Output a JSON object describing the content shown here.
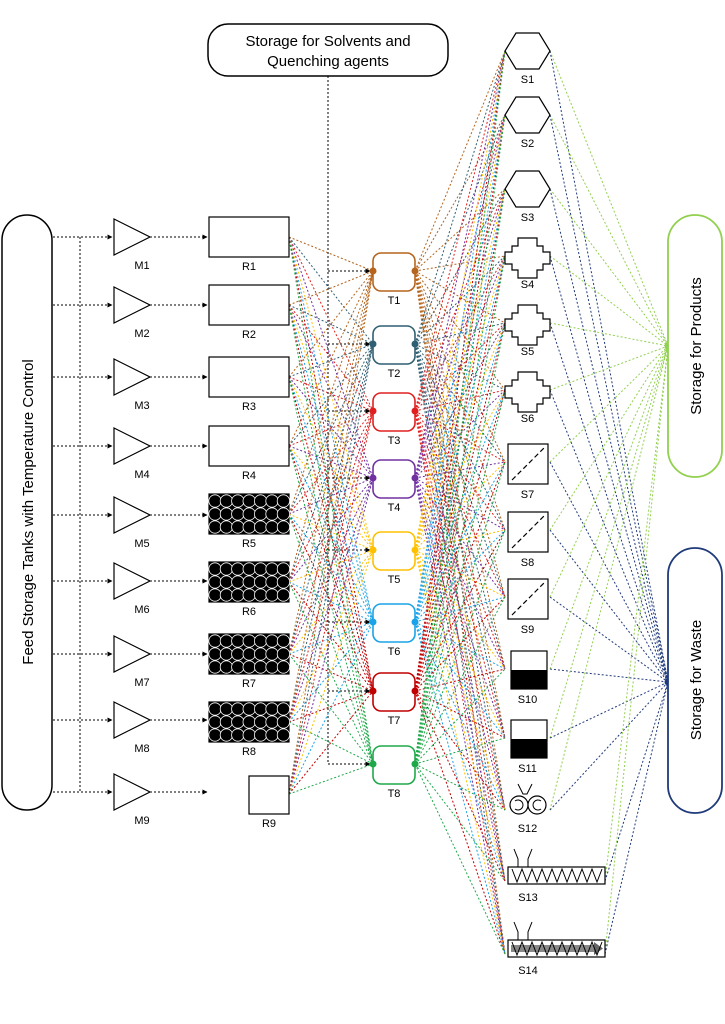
{
  "feed_label": "Feed Storage Tanks with Temperature Control",
  "solvent_label_line1": "Storage for Solvents and",
  "solvent_label_line2": "Quenching agents",
  "products_label": "Storage for Products",
  "waste_label": "Storage for Waste",
  "colors": {
    "products": "#92d050",
    "waste": "#1f3a7a",
    "T1": "#b5651d",
    "T2": "#2f5f73",
    "T3": "#e02020",
    "T4": "#7030a0",
    "T5": "#ffc000",
    "T6": "#1aa3e8",
    "T7": "#c00000",
    "T8": "#1fa84a"
  },
  "mixers": [
    "M1",
    "M2",
    "M3",
    "M4",
    "M5",
    "M6",
    "M7",
    "M8",
    "M9"
  ],
  "reactors": [
    {
      "label": "R1",
      "kind": "plain"
    },
    {
      "label": "R2",
      "kind": "plain"
    },
    {
      "label": "R3",
      "kind": "plain"
    },
    {
      "label": "R4",
      "kind": "plain"
    },
    {
      "label": "R5",
      "kind": "packed"
    },
    {
      "label": "R6",
      "kind": "packed"
    },
    {
      "label": "R7",
      "kind": "packed"
    },
    {
      "label": "R8",
      "kind": "packed"
    },
    {
      "label": "R9",
      "kind": "small"
    }
  ],
  "tanks": [
    "T1",
    "T2",
    "T3",
    "T4",
    "T5",
    "T6",
    "T7",
    "T8"
  ],
  "separators": [
    {
      "label": "S1",
      "kind": "hexagon"
    },
    {
      "label": "S2",
      "kind": "hexagon"
    },
    {
      "label": "S3",
      "kind": "hexagon"
    },
    {
      "label": "S4",
      "kind": "cross"
    },
    {
      "label": "S5",
      "kind": "cross"
    },
    {
      "label": "S6",
      "kind": "cross"
    },
    {
      "label": "S7",
      "kind": "filter"
    },
    {
      "label": "S8",
      "kind": "filter"
    },
    {
      "label": "S9",
      "kind": "filter"
    },
    {
      "label": "S10",
      "kind": "settler"
    },
    {
      "label": "S11",
      "kind": "settler"
    },
    {
      "label": "S12",
      "kind": "rollers"
    },
    {
      "label": "S13",
      "kind": "screw"
    },
    {
      "label": "S14",
      "kind": "screw-filled"
    }
  ]
}
